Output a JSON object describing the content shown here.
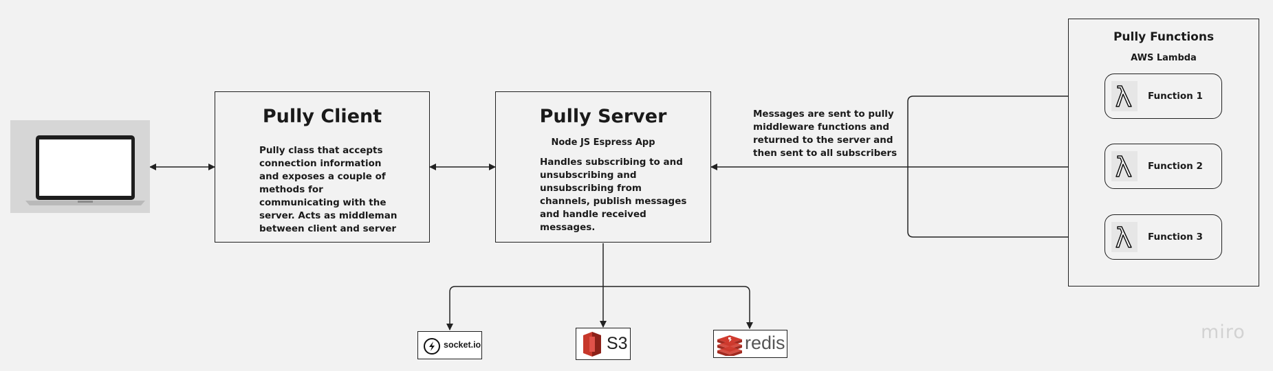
{
  "client": {
    "title": "Pully Client",
    "description": "Pully class that accepts\nconnection information\nand exposes a couple of\nmethods for\ncommunicating with the\nserver. Acts as middleman\nbetween client and server"
  },
  "server": {
    "title": "Pully Server",
    "subtitle": "Node JS Espress App",
    "description": "Handles subscribing to and\nunsubscribing and\nunsubscribing from\nchannels, publish messages\nand handle received\nmessages."
  },
  "messages_note": "Messages are sent to pully\nmiddleware functions and\nreturned to the server and\nthen sent to all subscribers",
  "functions_panel": {
    "title": "Pully Functions",
    "subtitle": "AWS Lambda",
    "items": [
      {
        "label": "Function 1"
      },
      {
        "label": "Function 2"
      },
      {
        "label": "Function 3"
      }
    ]
  },
  "logos": {
    "socketio": "socket.io",
    "s3": "S3",
    "redis": "redis"
  },
  "watermark": "miro",
  "colors": {
    "background": "#f2f2f2",
    "stroke": "#1f1f1f",
    "s3_red": "#c7382b",
    "redis_red": "#d03b2f"
  }
}
